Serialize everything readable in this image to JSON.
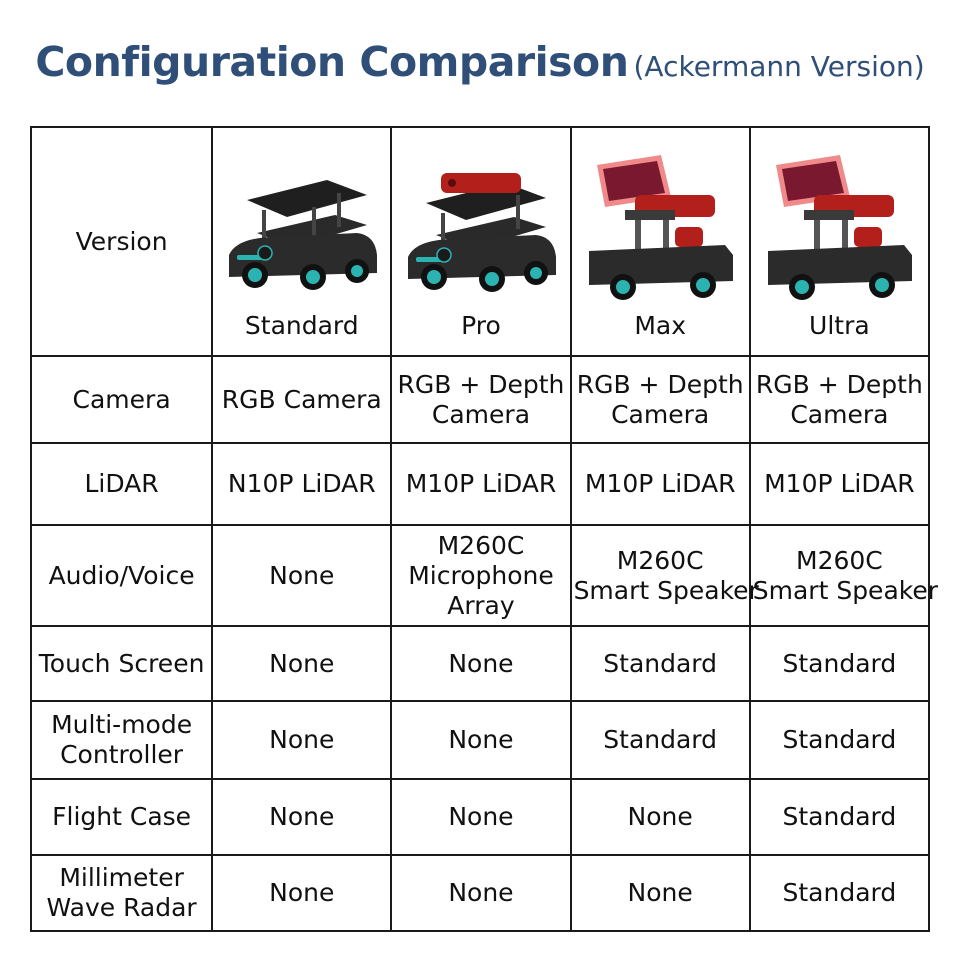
{
  "title": {
    "main": "Configuration Comparison",
    "sub": "(Ackermann Version)"
  },
  "table": {
    "row_labels": {
      "version": "Version",
      "camera": "Camera",
      "lidar": "LiDAR",
      "audio": "Audio/Voice",
      "touch": "Touch Screen",
      "multi": [
        "Multi-mode",
        "Controller"
      ],
      "flight": "Flight Case",
      "radar": [
        "Millimeter",
        "Wave Radar"
      ]
    },
    "versions": [
      {
        "name": "Standard",
        "image": "robot-car-standard",
        "camera": [
          "RGB Camera"
        ],
        "lidar": "N10P LiDAR",
        "audio": [
          "None"
        ],
        "touch": "None",
        "multi": "None",
        "flight": "None",
        "radar": "None"
      },
      {
        "name": "Pro",
        "image": "robot-car-pro",
        "camera": [
          "RGB + Depth",
          "Camera"
        ],
        "lidar": "M10P LiDAR",
        "audio": [
          "M260C",
          "Microphone",
          "Array"
        ],
        "touch": "None",
        "multi": "None",
        "flight": "None",
        "radar": "None"
      },
      {
        "name": "Max",
        "image": "robot-car-max",
        "camera": [
          "RGB + Depth",
          "Camera"
        ],
        "lidar": "M10P LiDAR",
        "audio": [
          "M260C",
          "Smart Speaker"
        ],
        "touch": "Standard",
        "multi": "Standard",
        "flight": "None",
        "radar": "None"
      },
      {
        "name": "Ultra",
        "image": "robot-car-ultra",
        "camera": [
          "RGB + Depth",
          "Camera"
        ],
        "lidar": "M10P LiDAR",
        "audio": [
          "M260C",
          "Smart Speaker"
        ],
        "touch": "Standard",
        "multi": "Standard",
        "flight": "Standard",
        "radar": "Standard"
      }
    ]
  },
  "colors": {
    "title": "#2f4f79",
    "border": "#1a1a1a",
    "chassis": "#2b2b2b",
    "wheel_accent": "#2bb3b1",
    "red_module": "#b3201c",
    "screen_pink": "#f08a8a"
  }
}
